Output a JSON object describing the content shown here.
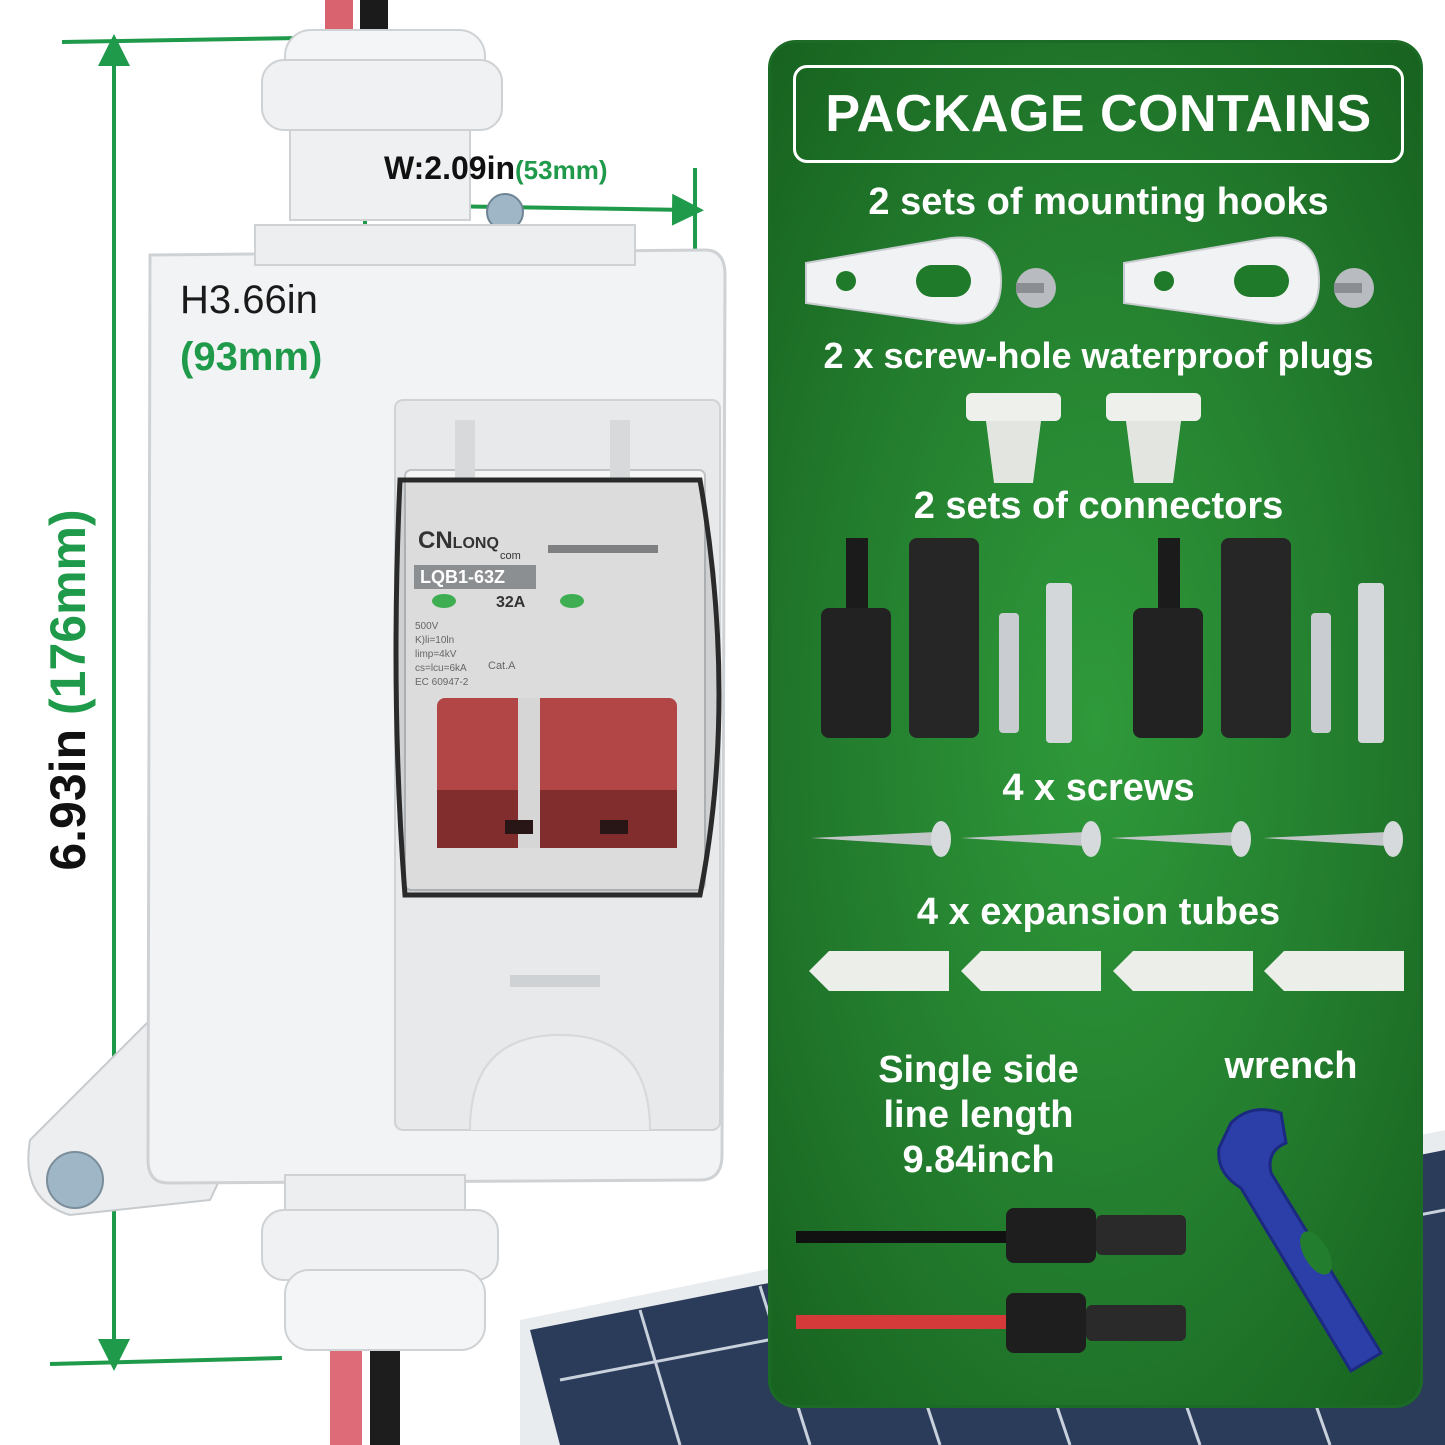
{
  "dimensions": {
    "height_total_in": "6.93in",
    "height_total_mm": "(176mm)",
    "width_in": "W:2.09in",
    "width_mm": "(53mm)",
    "box_height_in": "H3.66in",
    "box_height_mm": "(93mm)"
  },
  "breaker": {
    "brand_left": "CN",
    "brand_right": "LONQ",
    "brand_com": "com",
    "model": "LQB1-63Z",
    "rating": "32A",
    "specs": [
      "500V",
      "K)li=10ln",
      "limp=4kV",
      "cs=lcu=6kA",
      "EC 60947-2"
    ],
    "cat": "Cat.A"
  },
  "package": {
    "title": "PACKAGE CONTAINS",
    "sections": {
      "hooks": "2 sets of mounting hooks",
      "plugs": "2 x screw-hole waterproof plugs",
      "connectors": "2 sets of connectors",
      "screws": "4 x screws",
      "tubes": "4 x expansion tubes",
      "line_1": "Single side",
      "line_2": "line length",
      "line_3": "9.84inch",
      "wrench": "wrench"
    }
  },
  "colors": {
    "accent_green": "#1f9a4a",
    "panel_green": "#237d2e",
    "breaker_red": "#b03a3a",
    "wrench_blue": "#2c3fa8"
  }
}
